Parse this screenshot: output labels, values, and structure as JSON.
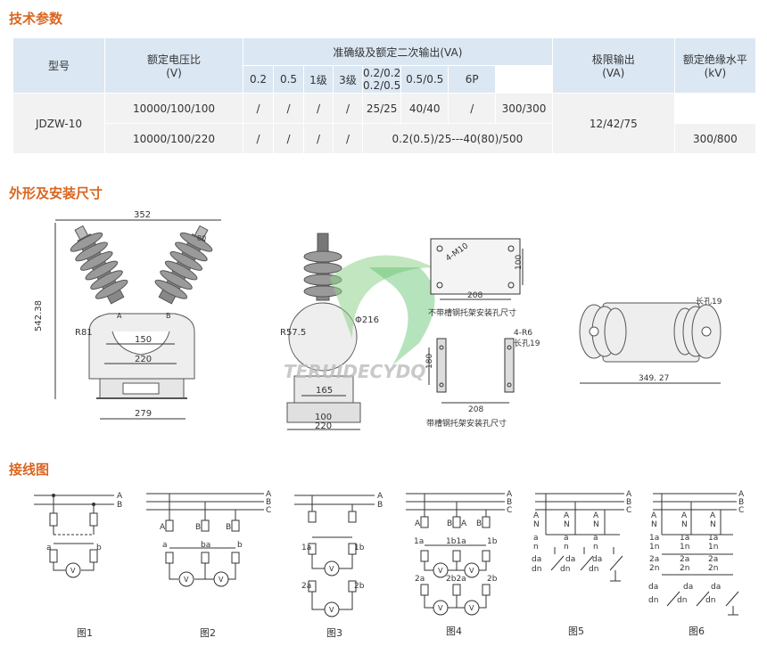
{
  "sections": {
    "tech_params": "技术参数",
    "dimensions": "外形及安装尺寸",
    "wiring": "接线图"
  },
  "table": {
    "h_model": "型号",
    "h_ratio_1": "额定电压比",
    "h_ratio_2": "(V)",
    "h_accuracy": "准确级及额定二次输出(VA)",
    "h_limit_1": "极限输出",
    "h_limit_2": "(VA)",
    "h_insul_1": "额定绝缘水平",
    "h_insul_2": "(kV)",
    "sub": [
      "0.2",
      "0.5",
      "1级",
      "3级",
      "0.2/0.2",
      "0.2/0.5",
      "0.5/0.5",
      "6P"
    ],
    "model": "JDZW-10",
    "insulation": "12/42/75",
    "row1": {
      "ratio": "10000/100/100",
      "c1": "/",
      "c2": "/",
      "c3": "/",
      "c4": "/",
      "c5": "25/25",
      "c6": "40/40",
      "c7": "/",
      "limit": "300/300"
    },
    "row2": {
      "ratio": "10000/100/220",
      "c1": "/",
      "c2": "/",
      "c3": "/",
      "c4": "/",
      "merged": "0.2(0.5)/25---40(80)/500",
      "limit": "300/800"
    }
  },
  "dims": {
    "d352": "352",
    "d542": "542.38",
    "r81": "R81",
    "d150": "150",
    "d220": "220",
    "d279": "279",
    "la": "A",
    "lb": "B",
    "d80": "80",
    "r57": "R57.5",
    "phi216": "Φ216",
    "d165": "165",
    "d100": "100",
    "d220b": "220",
    "m10": "4-M10",
    "d100v": "100",
    "d208a": "208",
    "cap1": "不带槽钢托架安装孔尺寸",
    "r6": "4-R6",
    "slot19": "长孔19",
    "d180": "180",
    "d208b": "208",
    "cap2": "带槽钢托架安装孔尺寸",
    "slot19b": "长孔19",
    "d349": "349. 27",
    "watermark": "TERUIDECYDQ"
  },
  "wiring": {
    "figs": [
      "图1",
      "图2",
      "图3",
      "图4",
      "图5",
      "图6"
    ],
    "A": "A",
    "B": "B",
    "C": "C",
    "V": "V",
    "a": "a",
    "b": "b",
    "ba": "ba",
    "t1a": "1a",
    "t1b": "1b",
    "t2a": "2a",
    "t2b": "2b",
    "t1b1a": "1b1a",
    "t2b2a": "2b2a",
    "N": "N",
    "n": "n",
    "t1n": "1n",
    "t2n": "2n",
    "da": "da",
    "dn": "dn"
  },
  "colors": {
    "section": "#d9661f",
    "header_bg": "#dbe7f3",
    "row_bg": "#f2f2f2",
    "accent_green": "#5cc26b"
  }
}
